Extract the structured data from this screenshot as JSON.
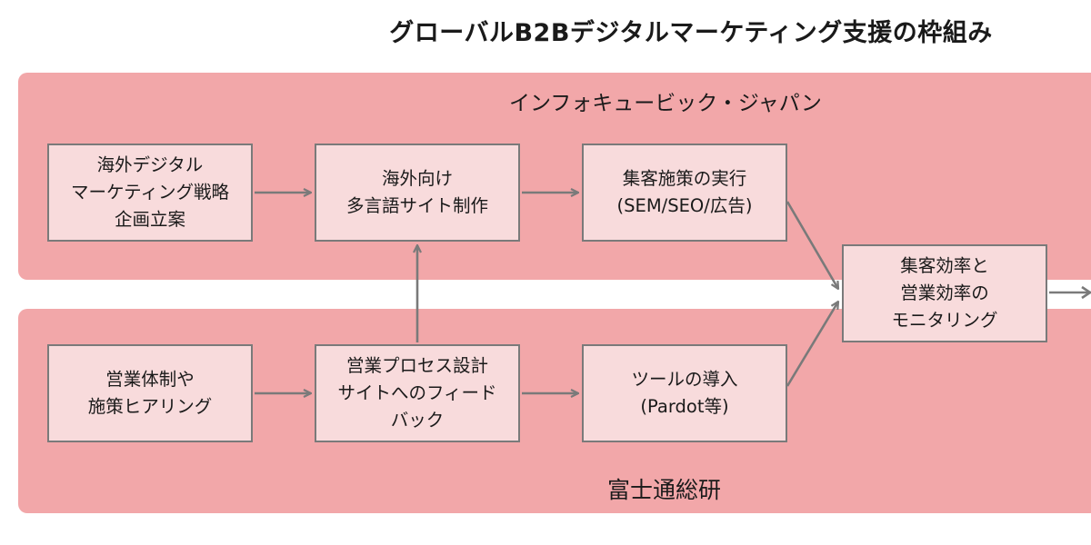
{
  "title": "グローバルB2Bデジタルマーケティング支援の枠組み",
  "bands": {
    "top_label": "インフォキュービック・ジャパン",
    "bottom_label": "富士通総研"
  },
  "boxes": {
    "strategy": "海外デジタル\nマーケティング戦略\n企画立案",
    "multilingual_site": "海外向け\n多言語サイト制作",
    "campaign": "集客施策の実行\n(SEM/SEO/広告)",
    "hearing": "営業体制や\n施策ヒアリング",
    "sales_process": "営業プロセス設計\nサイトへのフィード\nバック",
    "tools": "ツールの導入\n(Pardot等)",
    "monitoring": "集客効率と\n営業効率の\nモニタリング"
  },
  "colors": {
    "band": "#f2a7a9",
    "box_fill": "#f8dbdc",
    "border_arrow": "#7a7a7a"
  }
}
